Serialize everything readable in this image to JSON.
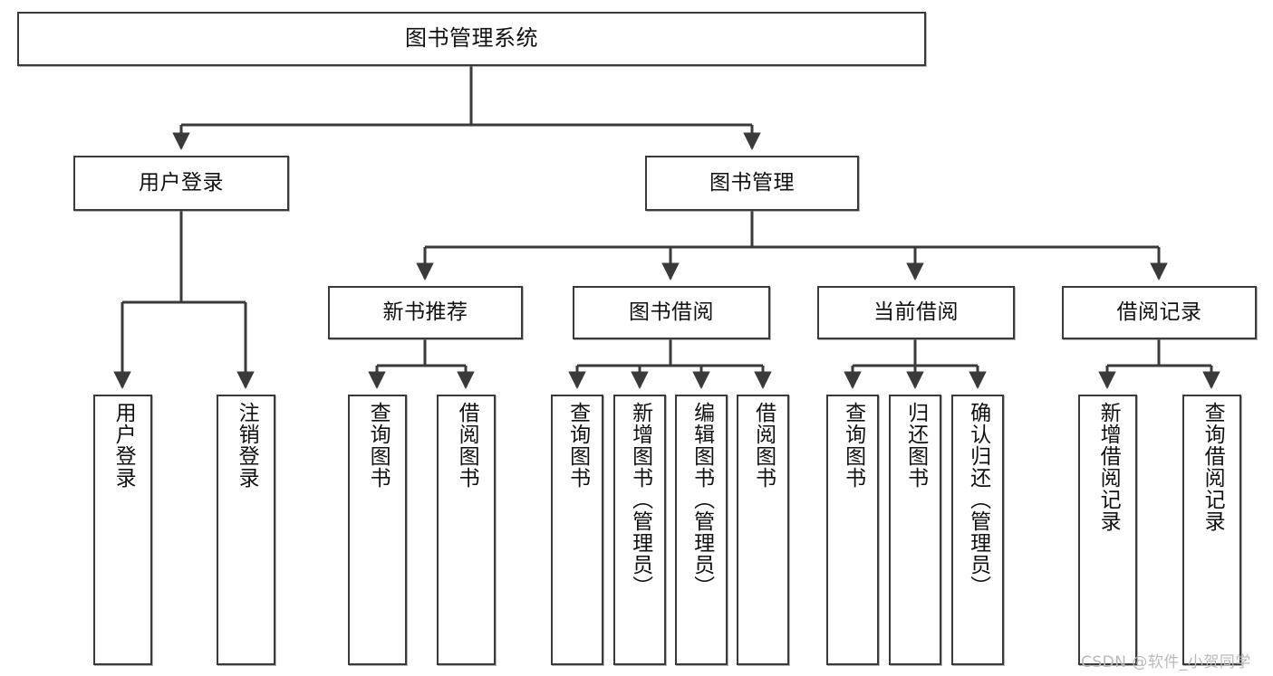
{
  "diagram": {
    "title": "图书管理系统",
    "type": "hierarchy-tree",
    "orientation": "top-down",
    "colors": {
      "node_border": "#3a3a3a",
      "node_fill": "#ffffff",
      "edge": "#3a3a3a",
      "text": "#111111",
      "watermark": "#b9b9b9",
      "background": "#ffffff"
    }
  },
  "nodes": {
    "root": {
      "label": "图书管理系统"
    },
    "level2": [
      {
        "label": "用户登录"
      },
      {
        "label": "图书管理"
      }
    ],
    "level3": [
      {
        "label": "新书推荐"
      },
      {
        "label": "图书借阅"
      },
      {
        "label": "当前借阅"
      },
      {
        "label": "借阅记录"
      }
    ],
    "leaves": {
      "user_login": [
        {
          "label": "用户登录"
        },
        {
          "label": "注销登录"
        }
      ],
      "new_book_recommend": [
        {
          "label": "查询图书"
        },
        {
          "label": "借阅图书"
        }
      ],
      "book_borrow": [
        {
          "label": "查询图书"
        },
        {
          "label": "新增图书（管理员）"
        },
        {
          "label": "编辑图书（管理员）"
        },
        {
          "label": "借阅图书"
        }
      ],
      "current_borrow": [
        {
          "label": "查询图书"
        },
        {
          "label": "归还图书"
        },
        {
          "label": "确认归还（管理员）"
        }
      ],
      "borrow_record": [
        {
          "label": "新增借阅记录"
        },
        {
          "label": "查询借阅记录"
        }
      ]
    }
  },
  "watermark": {
    "text": "CSDN @软件_小贺同学"
  }
}
